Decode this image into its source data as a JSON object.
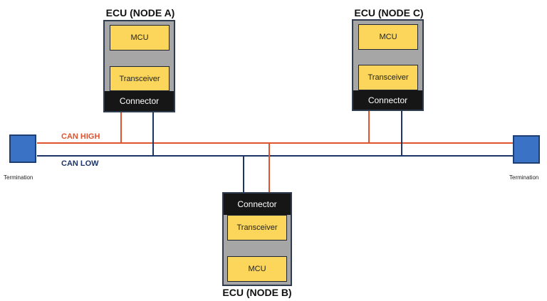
{
  "colors": {
    "can_high": "#e0532f",
    "can_low": "#1d3566",
    "ecu_fill": "#a6a6a6",
    "component_fill": "#fbd65a",
    "connector_fill": "#161616",
    "termination_fill": "#3a72c6",
    "arrow_up": "#3b6fc4",
    "arrow_down": "#4a8a3a"
  },
  "bus": {
    "high_label": "CAN HIGH",
    "low_label": "CAN LOW"
  },
  "terminations": {
    "left_label": "Termination",
    "right_label": "Termination"
  },
  "nodes": {
    "a": {
      "title": "ECU (NODE A)",
      "mcu": "MCU",
      "transceiver": "Transceiver",
      "connector": "Connector"
    },
    "b": {
      "title": "ECU (NODE B)",
      "mcu": "MCU",
      "transceiver": "Transceiver",
      "connector": "Connector"
    },
    "c": {
      "title": "ECU (NODE C)",
      "mcu": "MCU",
      "transceiver": "Transceiver",
      "connector": "Connector"
    }
  }
}
